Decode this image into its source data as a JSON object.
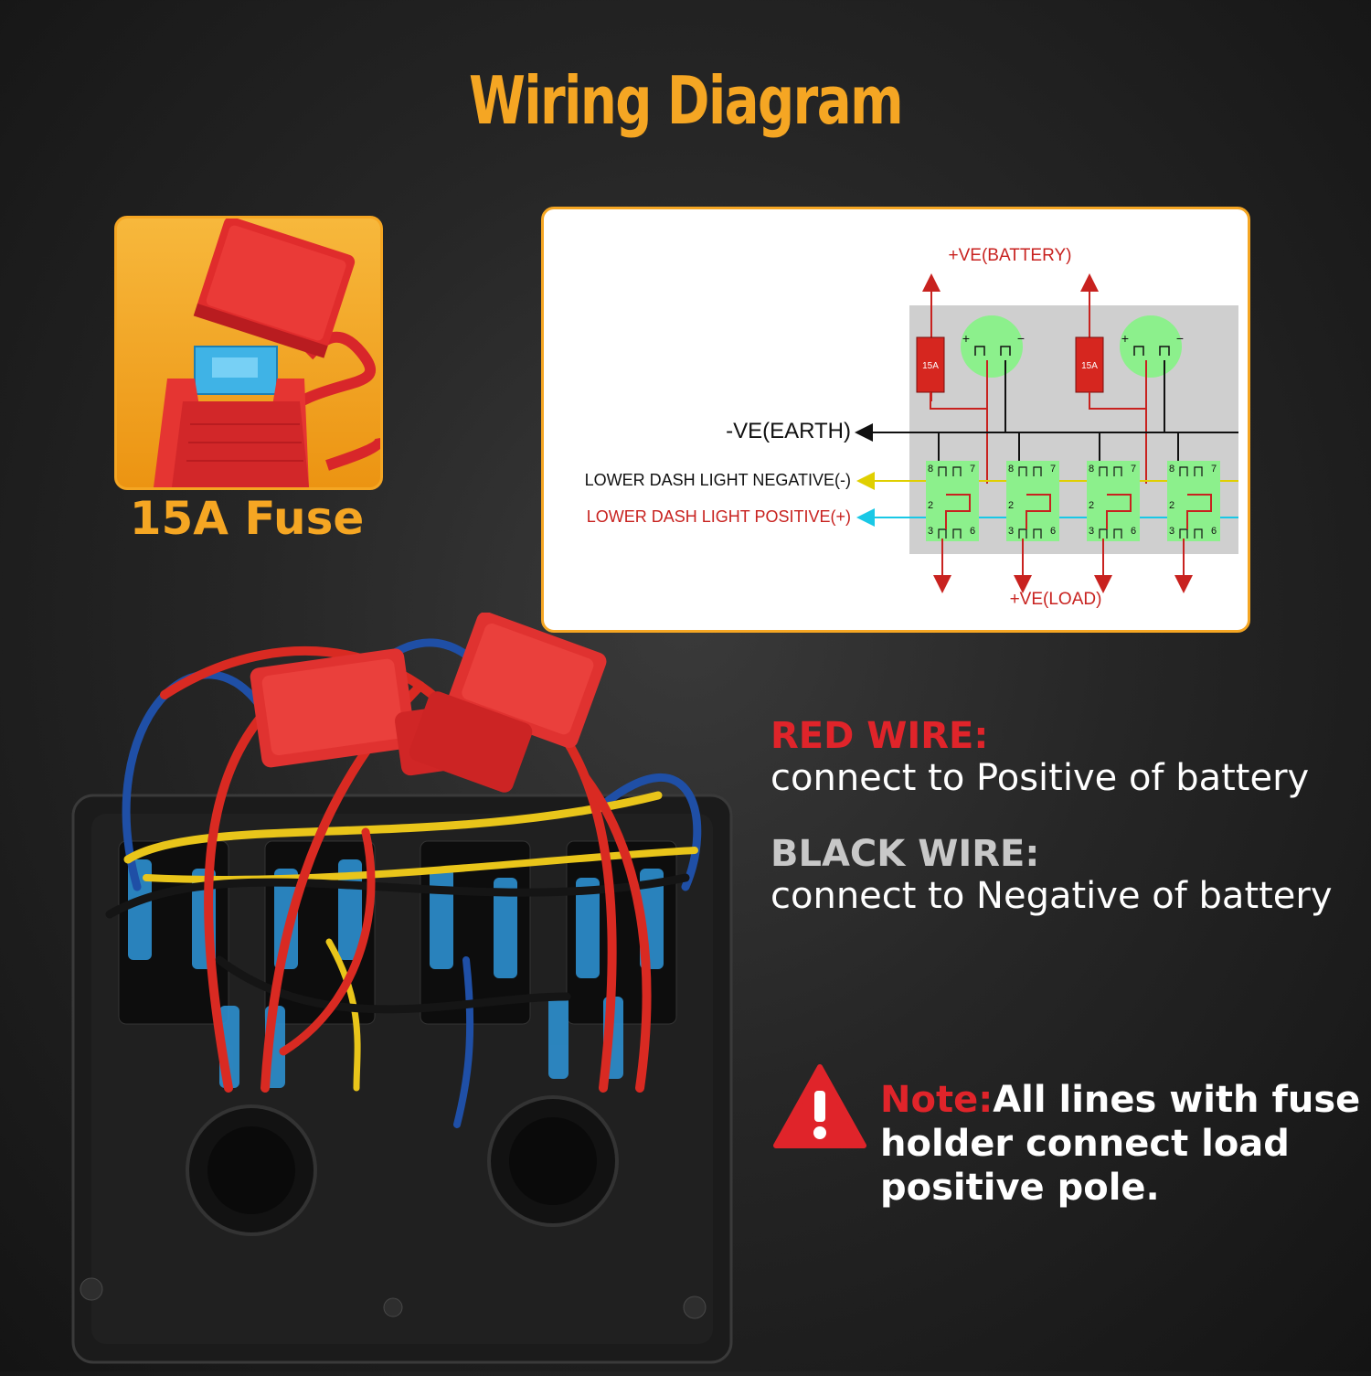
{
  "title": "Wiring Diagram",
  "fuse_label": "15A Fuse",
  "diagram": {
    "battery_label": "+VE(BATTERY)",
    "earth_label": "-VE(EARTH)",
    "load_label": "+VE(LOAD)",
    "lower_negative": "LOWER DASH LIGHT NEGATIVE(-)",
    "lower_positive": "LOWER DASH LIGHT POSITIVE(+)",
    "fuse_rating": "15A",
    "plus": "+",
    "minus": "−",
    "pin_8": "8",
    "pin_7": "7",
    "pin_2": "2",
    "pin_3": "3",
    "pin_6": "6"
  },
  "red_wire": {
    "heading": "RED WIRE:",
    "text": "connect to Positive of battery"
  },
  "black_wire": {
    "heading": "BLACK WIRE:",
    "text": "connect to Negative of battery"
  },
  "note": {
    "lead": "Note:",
    "text": "All lines with fuse holder connect load positive pole."
  },
  "colors": {
    "accent": "#f5a623",
    "red_heading": "#e0242a",
    "black_heading": "#c8c8c8",
    "switch_green": "#8cf08c",
    "wire_red": "#d8312b",
    "wire_yellow": "#f2e300",
    "wire_cyan": "#19c8e6"
  }
}
